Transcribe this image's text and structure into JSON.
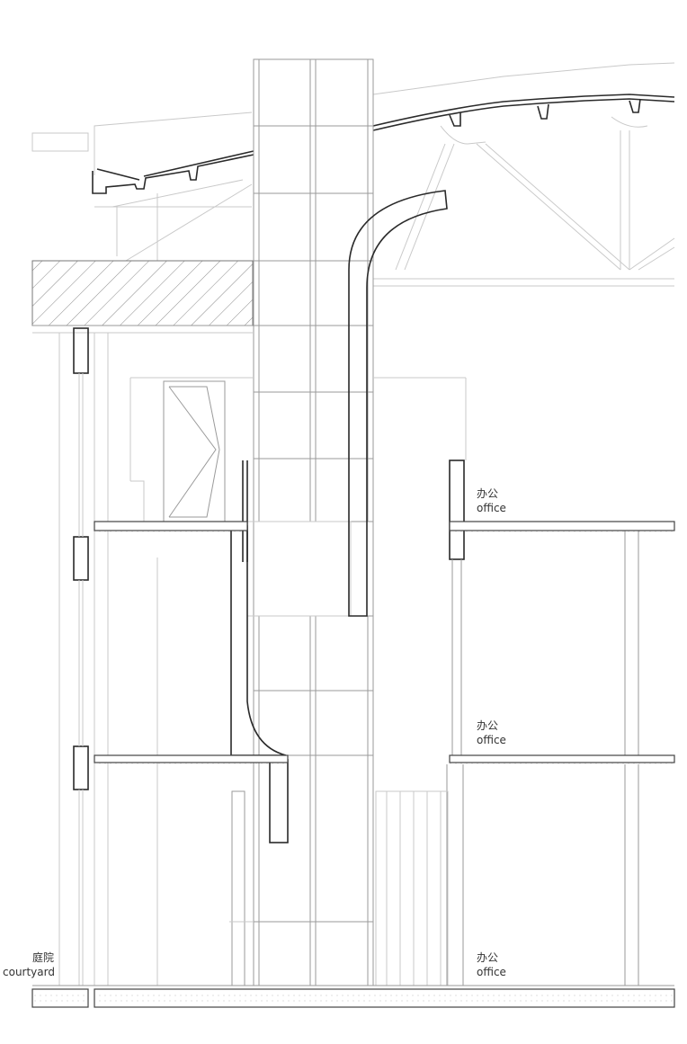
{
  "labels": {
    "courtyard_cn": "庭院",
    "courtyard_en": "courtyard",
    "office_upper_cn": "办公",
    "office_upper_en": "office",
    "office_middle_cn": "办公",
    "office_middle_en": "office",
    "office_ground_cn": "办公",
    "office_ground_en": "office"
  },
  "colors": {
    "line_light": "#c9c9c9",
    "line_mid": "#9a9a9a",
    "line_dark": "#2a2a2a",
    "background": "#ffffff"
  }
}
